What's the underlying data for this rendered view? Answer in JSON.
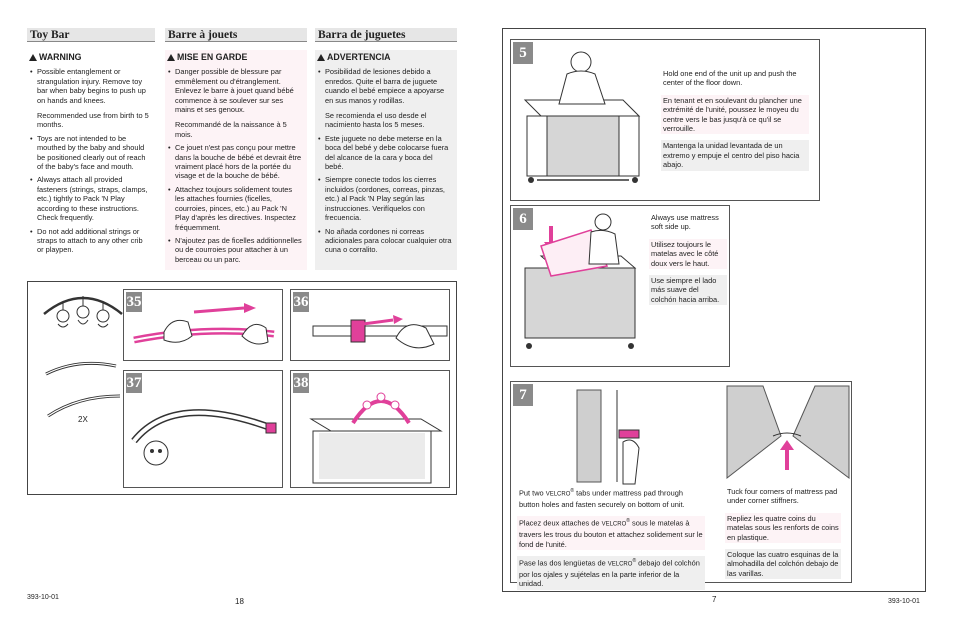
{
  "columns": {
    "en": {
      "title": "Toy Bar",
      "warning": "WARNING",
      "items": [
        {
          "text": "Possible entanglement or strangulation injury. Remove toy bar when baby begins to push up on hands and knees.",
          "sub": "Recommended use from birth to 5 months."
        },
        {
          "text": "Toys are not intended to be mouthed by the baby and should be positioned clearly out of reach of the baby's face and mouth."
        },
        {
          "text": "Always attach all provided fasteners (strings, straps, clamps, etc.) tightly to Pack 'N Play according to these instructions. Check frequently."
        },
        {
          "text": "Do not add additional strings or straps to attach to any other crib or playpen."
        }
      ]
    },
    "fr": {
      "title": "Barre à jouets",
      "warning": "MISE EN GARDE",
      "items": [
        {
          "text": "Danger possible de blessure par emmêlement ou d'étranglement. Enlevez le barre à jouet quand bébé commence à se soulever sur ses mains et ses genoux.",
          "sub": "Recommandé de la naissance à 5 mois."
        },
        {
          "text": "Ce jouet n'est pas conçu pour mettre dans la bouche de bébé et devrait être vraiment placé hors de la portée du visage et de la bouche de bébé."
        },
        {
          "text": "Attachez toujours solidement toutes les attaches fournies (ficelles, courroies, pinces, etc.) au Pack 'N Play d'après les directives. Inspectez fréquemment."
        },
        {
          "text": "N'ajoutez pas de ficelles additionnelles ou de courroies pour attacher à un berceau ou un parc."
        }
      ]
    },
    "es": {
      "title": "Barra de juguetes",
      "warning": "ADVERTENCIA",
      "items": [
        {
          "text": "Posibilidad de lesiones debido a enredos. Quite el barra de juguete cuando el bebé empiece a apoyarse en sus manos y rodillas.",
          "sub": "Se recomienda el uso desde el nacimiento hasta los 5 meses."
        },
        {
          "text": "Este juguete no debe meterse en la boca del bebé y debe colocarse fuera del alcance de la cara y boca del bebé."
        },
        {
          "text": "Siempre conecte todos los cierres incluidos (cordones, correas, pinzas, etc.) al Pack 'N Play según las instrucciones. Verifíquelos con frecuencia."
        },
        {
          "text": "No añada cordones ni correas adicionales para colocar cualquier otra cuna o corralito."
        }
      ]
    }
  },
  "toybar_steps": {
    "parts_qty": "2X",
    "s35": "35",
    "s36": "36",
    "s37": "37",
    "s38": "38"
  },
  "step5": {
    "num": "5",
    "en": "Hold one end of the unit up and push the center of the floor down.",
    "fr": "En tenant et en soulevant du plancher une extrémité de l'unité, poussez le moyeu du centre vers le bas jusqu'à ce qu'il se verrouille.",
    "es": "Mantenga la unidad levantada de un extremo y empuje el centro del piso hacia abajo."
  },
  "step6": {
    "num": "6",
    "en": "Always use mattress soft side up.",
    "fr": "Utilisez toujours le matelas avec le côté doux vers le haut.",
    "es": "Use siempre el lado más suave del colchón hacia arriba."
  },
  "step7": {
    "num": "7",
    "velcro": "VELCRO",
    "reg": "®",
    "left_en_a": "Put two ",
    "left_en_b": " tabs under mattress pad through button holes and fasten securely on bottom of unit.",
    "left_fr_a": "Placez deux attaches de ",
    "left_fr_b": " sous le matelas à travers les trous du bouton et attachez solidement sur le fond de l'unité.",
    "left_es_a": "Pase las dos lengüetas de ",
    "left_es_b": " debajo del colchón por los ojales y sujételas en la parte inferior de la unidad.",
    "right_en": "Tuck four corners of mattress pad under corner stiffners.",
    "right_fr": "Repliez les quatre coins du matelas sous les renforts de coins en plastique.",
    "right_es": "Coloque las cuatro esquinas de la almohadilla del colchón debajo de las varillas."
  },
  "footer": {
    "left_code": "393-10-01",
    "left_page": "18",
    "right_page": "7",
    "right_code": "393-10-01"
  },
  "colors": {
    "accent": "#e0409a",
    "shade": "#efefef",
    "pink_shade": "#fdf3f6",
    "badge": "#8a8a8a"
  }
}
